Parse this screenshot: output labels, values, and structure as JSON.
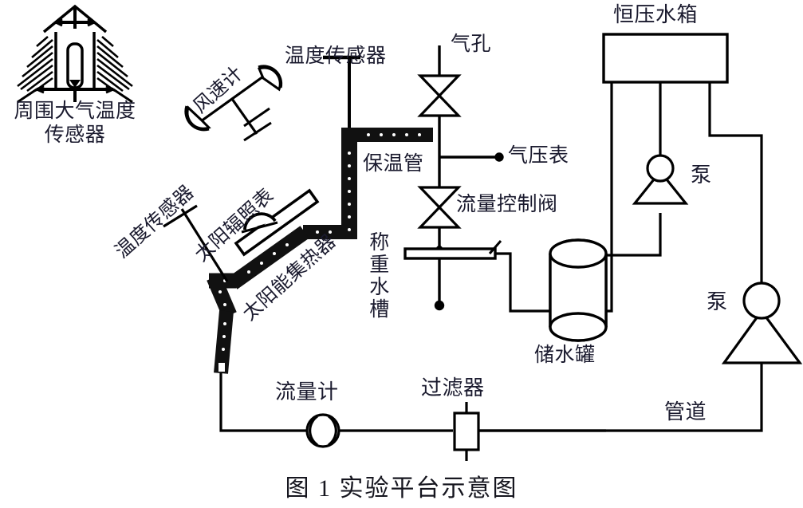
{
  "figure": {
    "caption": "图 1  实验平台示意图",
    "title": "实验平台示意图",
    "number": "图 1",
    "type": "schematic-diagram",
    "domain": "solar thermal test rig",
    "background_color": "#ffffff",
    "line_color": "#000000",
    "text_color": "#1a1a2e"
  },
  "labels": {
    "ambient_temp_sensor": "周围大气温度\n传感器",
    "ambient_temp_sensor_line1": "周围大气温度",
    "ambient_temp_sensor_line2": "传感器",
    "anemometer": "风速计",
    "temp_sensor_top": "温度传感器",
    "temp_sensor_collector": "温度传感器",
    "pyranometer": "太阳辐照表",
    "solar_collector": "太阳能集热器",
    "insulated_pipe": "保温管",
    "air_hole": "气孔",
    "pressure_gauge": "气压表",
    "flow_control_valve": "流量控制阀",
    "weighing_tank": "称重水槽",
    "weighing_tank_chars": [
      "称",
      "重",
      "水",
      "槽"
    ],
    "water_storage_tank": "储水罐",
    "constant_pressure_tank": "恒压水箱",
    "pump_upper": "泵",
    "pump_lower": "泵",
    "flow_meter": "流量计",
    "filter": "过滤器",
    "pipeline": "管道"
  },
  "components": [
    {
      "id": "ambient-temp-sensor",
      "name": "周围大气温度传感器",
      "symbol": "radiation-shield"
    },
    {
      "id": "anemometer",
      "name": "风速计",
      "symbol": "cup-anemometer"
    },
    {
      "id": "temp-sensor-top",
      "name": "温度传感器",
      "symbol": "t-probe"
    },
    {
      "id": "temp-sensor-collector",
      "name": "温度传感器",
      "symbol": "t-probe"
    },
    {
      "id": "pyranometer",
      "name": "太阳辐照表",
      "symbol": "dome"
    },
    {
      "id": "solar-collector",
      "name": "太阳能集热器",
      "symbol": "inclined-panel"
    },
    {
      "id": "insulated-pipe",
      "name": "保温管",
      "symbol": "thick-hatched-pipe"
    },
    {
      "id": "air-hole",
      "name": "气孔",
      "symbol": "bowtie-valve"
    },
    {
      "id": "pressure-gauge",
      "name": "气压表",
      "symbol": "arrow-tap"
    },
    {
      "id": "flow-control-valve",
      "name": "流量控制阀",
      "symbol": "bowtie-valve"
    },
    {
      "id": "weighing-tank",
      "name": "称重水槽",
      "symbol": "balance-beam"
    },
    {
      "id": "water-storage-tank",
      "name": "储水罐",
      "symbol": "cylinder"
    },
    {
      "id": "constant-pressure-tank",
      "name": "恒压水箱",
      "symbol": "rectangle-tank"
    },
    {
      "id": "pump-upper",
      "name": "泵",
      "symbol": "circle-triangle-pump"
    },
    {
      "id": "pump-lower",
      "name": "泵",
      "symbol": "circle-triangle-pump"
    },
    {
      "id": "flow-meter",
      "name": "流量计",
      "symbol": "circle-arcs"
    },
    {
      "id": "filter",
      "name": "过滤器",
      "symbol": "rect-inline"
    },
    {
      "id": "pipeline",
      "name": "管道",
      "symbol": "line"
    }
  ]
}
